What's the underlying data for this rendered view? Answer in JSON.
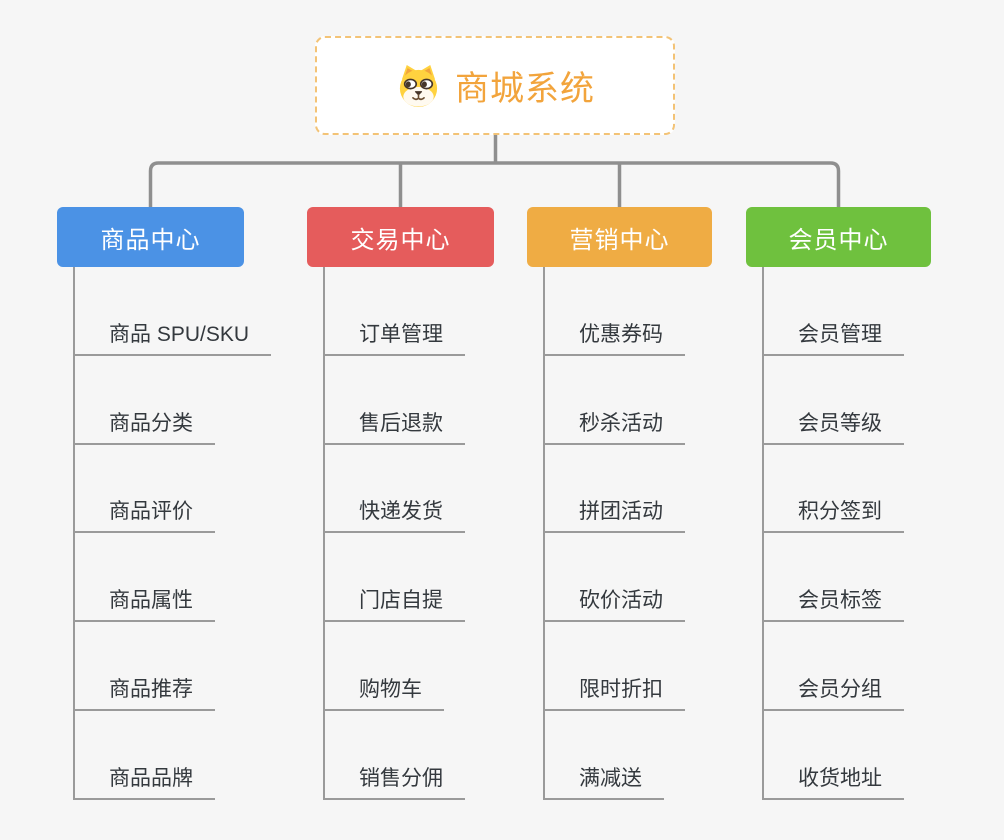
{
  "root": {
    "title": "商城系统",
    "icon": "dog-face-icon"
  },
  "colors": {
    "background": "#f6f6f6",
    "connector_line": "#8f8f8f",
    "leaf_line": "#9a9a9a",
    "root_border": "#f3c376",
    "root_text": "#f2a43c",
    "leaf_text": "#34393e"
  },
  "branches": [
    {
      "label": "商品中心",
      "color": "#4b92e5",
      "items": [
        "商品 SPU/SKU",
        "商品分类",
        "商品评价",
        "商品属性",
        "商品推荐",
        "商品品牌"
      ]
    },
    {
      "label": "交易中心",
      "color": "#e55c5c",
      "items": [
        "订单管理",
        "售后退款",
        "快递发货",
        "门店自提",
        "购物车",
        "销售分佣"
      ]
    },
    {
      "label": "营销中心",
      "color": "#efac44",
      "items": [
        "优惠券码",
        "秒杀活动",
        "拼团活动",
        "砍价活动",
        "限时折扣",
        "满减送"
      ]
    },
    {
      "label": "会员中心",
      "color": "#6fc13e",
      "items": [
        "会员管理",
        "会员等级",
        "积分签到",
        "会员标签",
        "会员分组",
        "收货地址"
      ]
    }
  ]
}
